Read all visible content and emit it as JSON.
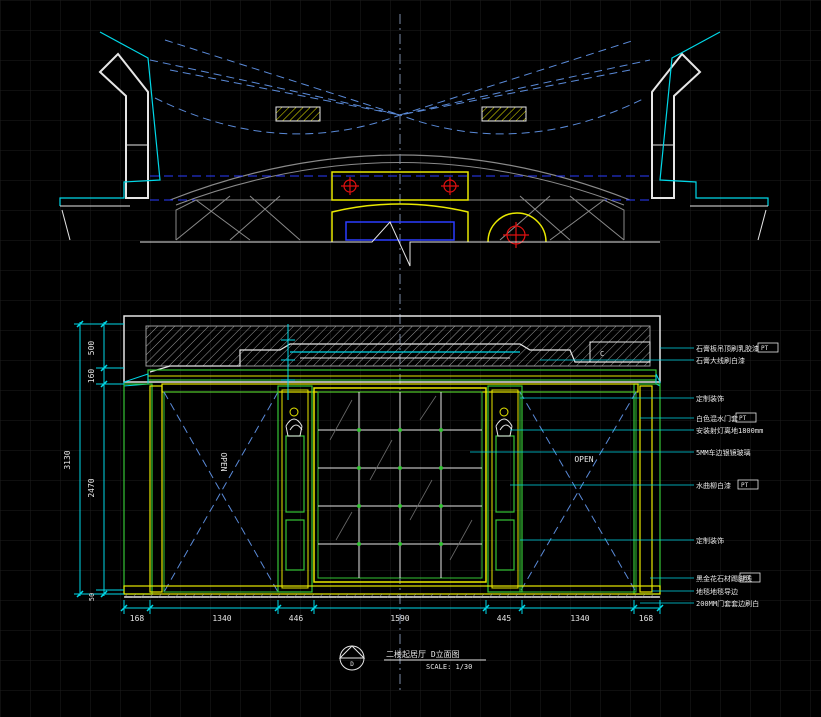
{
  "drawing": {
    "title": "二楼起居厅 D立面图",
    "scale": "SCALE: 1/30",
    "marker_id": "D"
  },
  "labels": {
    "open_left": "OPEN",
    "open_right": "OPEN"
  },
  "dimensions": {
    "horizontal": [
      "168",
      "1340",
      "446",
      "1590",
      "445",
      "1340",
      "168"
    ],
    "vertical_left_outer": "3130",
    "vertical_left_inner": [
      "500",
      "160",
      "2470",
      "50"
    ]
  },
  "annotations": [
    "石膏板吊顶刷乳胶漆",
    "石膏大线刷白漆",
    "定制装饰",
    "白色混水门套",
    "安装射灯离地1800mm",
    "5MM车边银镜玻璃",
    "水曲柳白漆",
    "定制装饰",
    "黑金花石材踢脚线",
    "地毯地毯导边",
    "200MM门套套边刷白"
  ],
  "annotation_tags": [
    "PT",
    "PT",
    "PT",
    "PT"
  ],
  "colors": {
    "background": "#000000",
    "grid": "#1e1e1e",
    "cyan": "#00d8e8",
    "yellow": "#e8e800",
    "green": "#35c435",
    "white": "#e6e6e6",
    "red": "#e01010",
    "blue": "#2a3cff",
    "gray": "#8a8a8a"
  }
}
